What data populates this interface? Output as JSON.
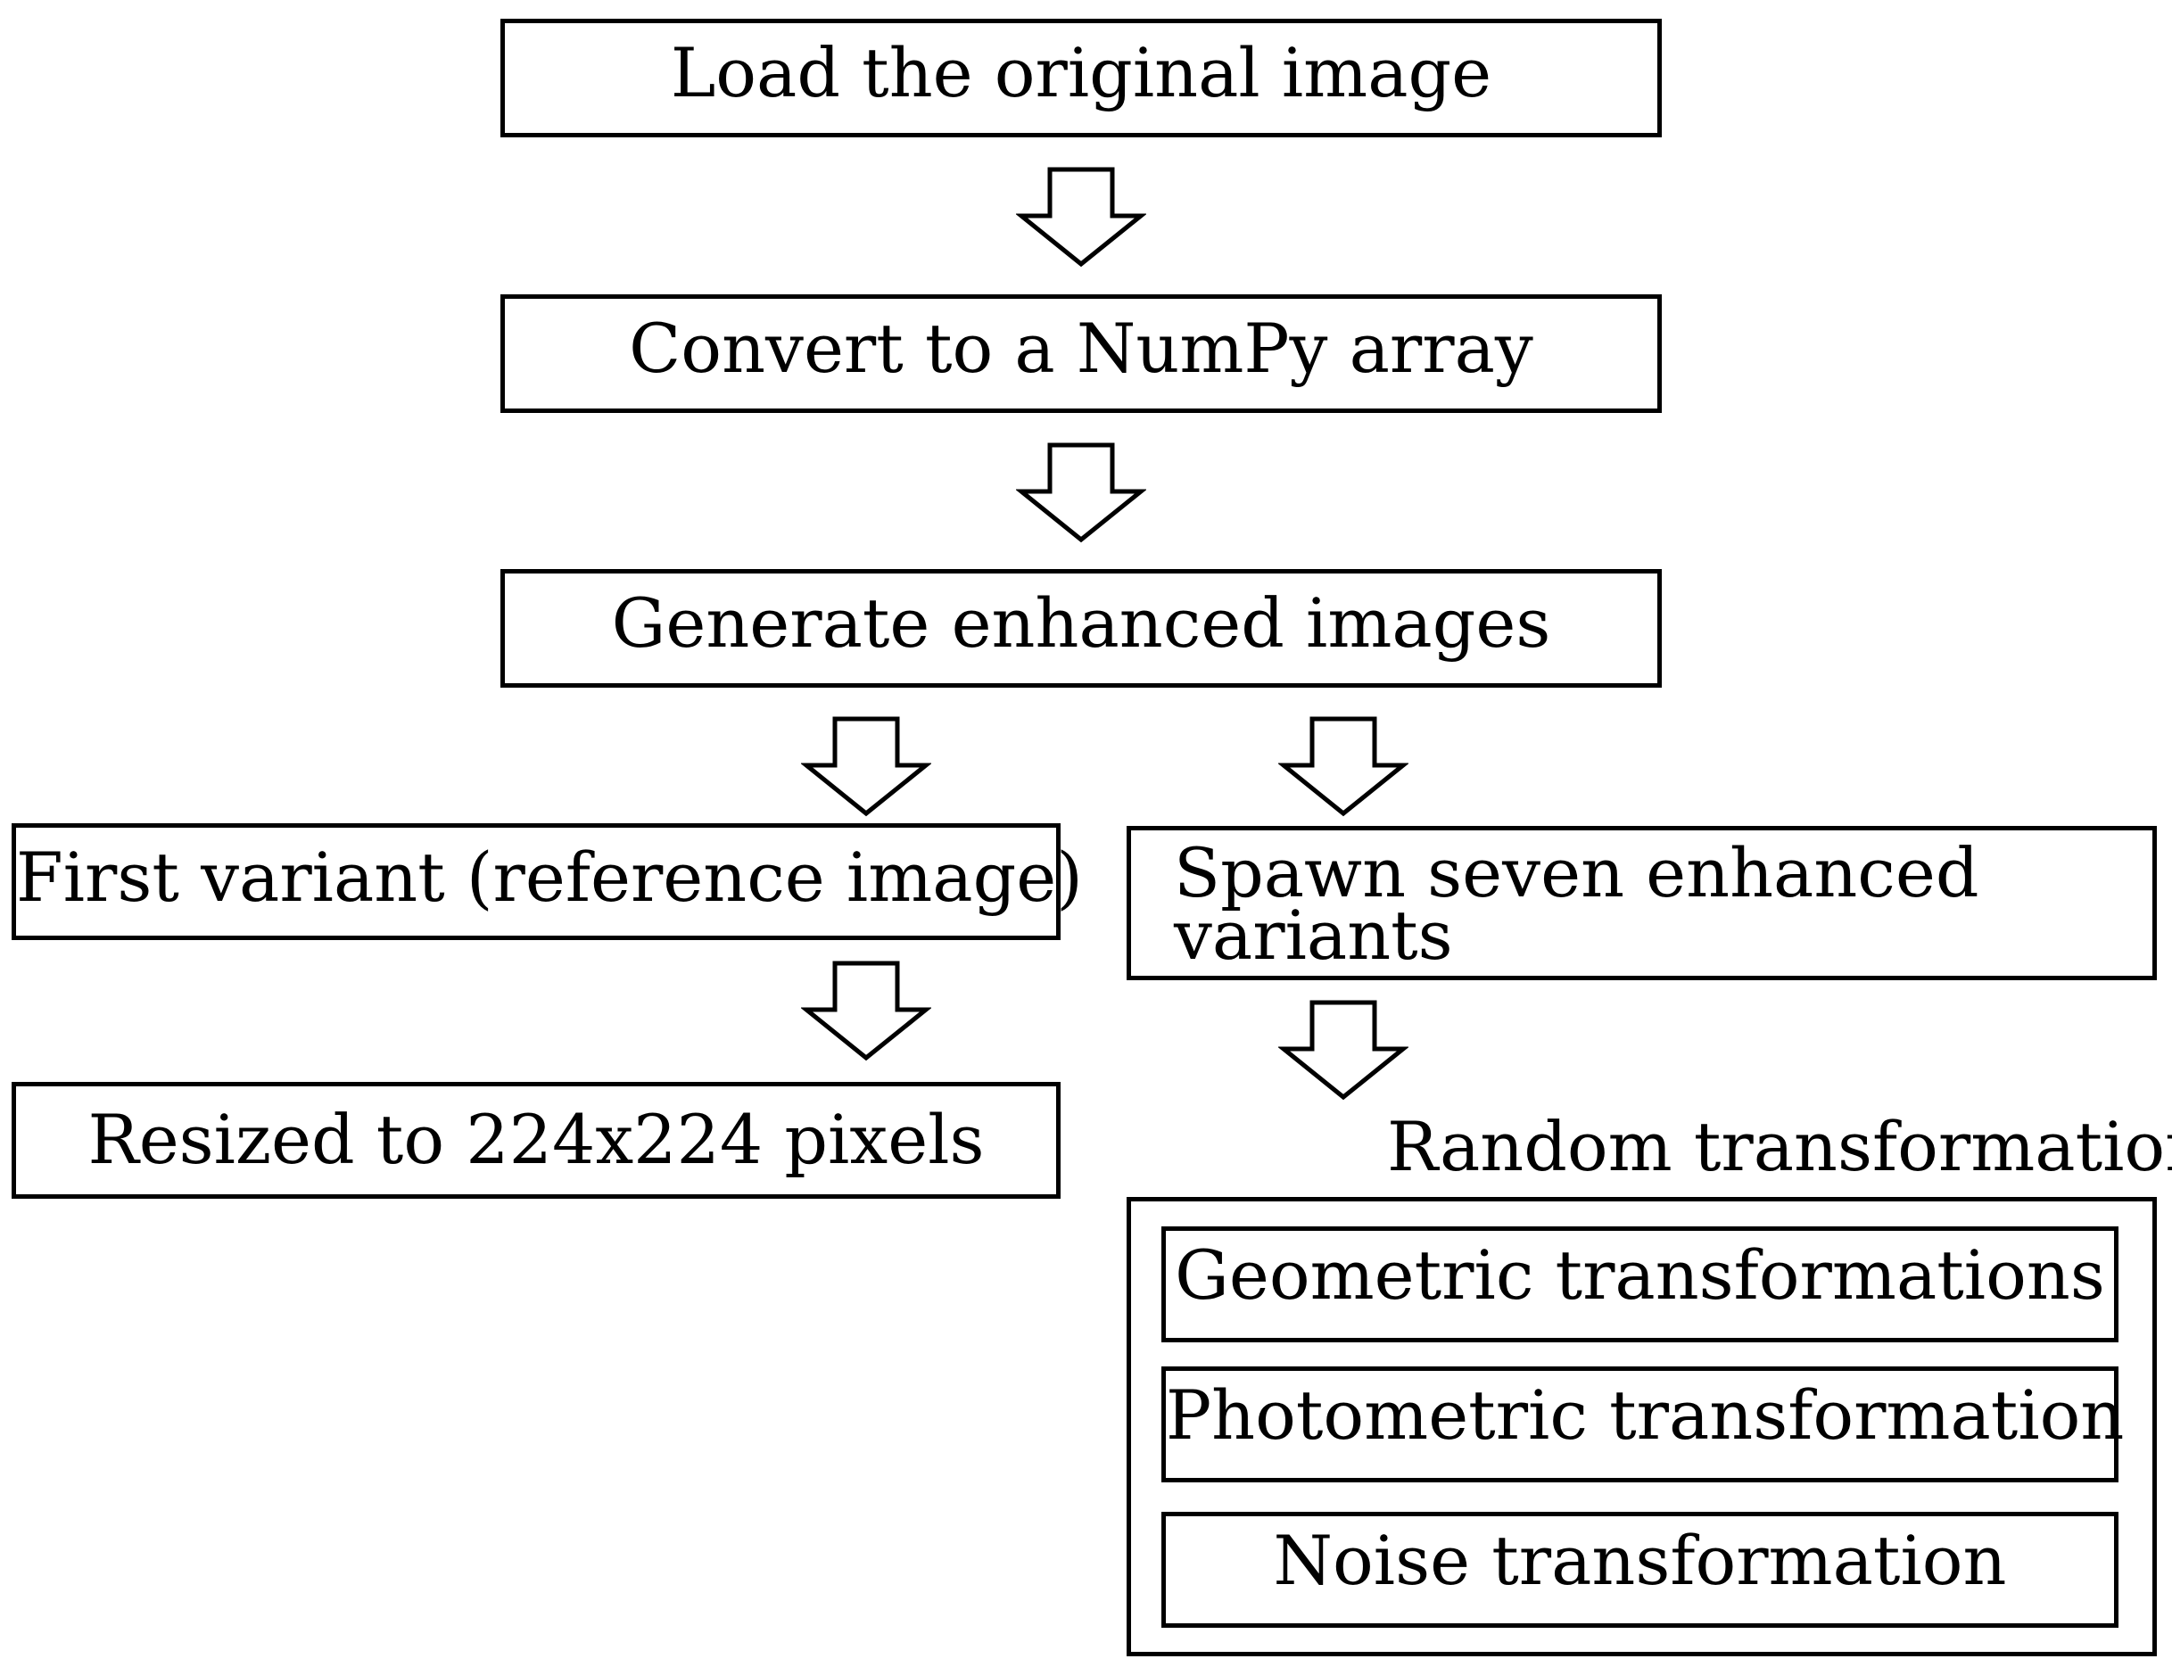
{
  "diagram": {
    "steps": {
      "load": "Load the original image",
      "convert": "Convert to a NumPy array",
      "generate": "Generate enhanced images",
      "first_variant": "First variant (reference image)",
      "resize": "Resized to 224x224 pixels",
      "spawn_line1": "Spawn seven enhanced",
      "spawn_line2": "variants"
    },
    "random_transformation": {
      "label": "Random transformation",
      "items": [
        "Geometric transformations",
        "Photometric transformation",
        "Noise transformation"
      ]
    }
  }
}
